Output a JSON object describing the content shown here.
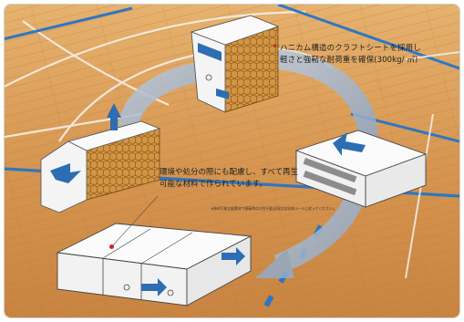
{
  "caption_honeycomb": {
    "line1": "ハニカム構造のクラフトシートを採用し",
    "line2": "軽さと強靭な耐荷重を確保(300kg/ ㎡)"
  },
  "caption_environment": {
    "line1": "環境や処分の際にも配慮し、すべて再生",
    "line2": "可能な材料で作られています。"
  },
  "fine_print": "※焼却可能な紙素材で廃棄時は分別不要(回収は自治体ルールに従ってください)。",
  "colors": {
    "floor": "#d99a55",
    "floor_dark": "#b9783a",
    "court_line_blue": "#2f77c2",
    "court_line_white": "#f3efe8",
    "cycle_arrow": "#9fb3cc",
    "honeycomb": "#c98a3a",
    "box_arrow": "#2c6db3"
  }
}
